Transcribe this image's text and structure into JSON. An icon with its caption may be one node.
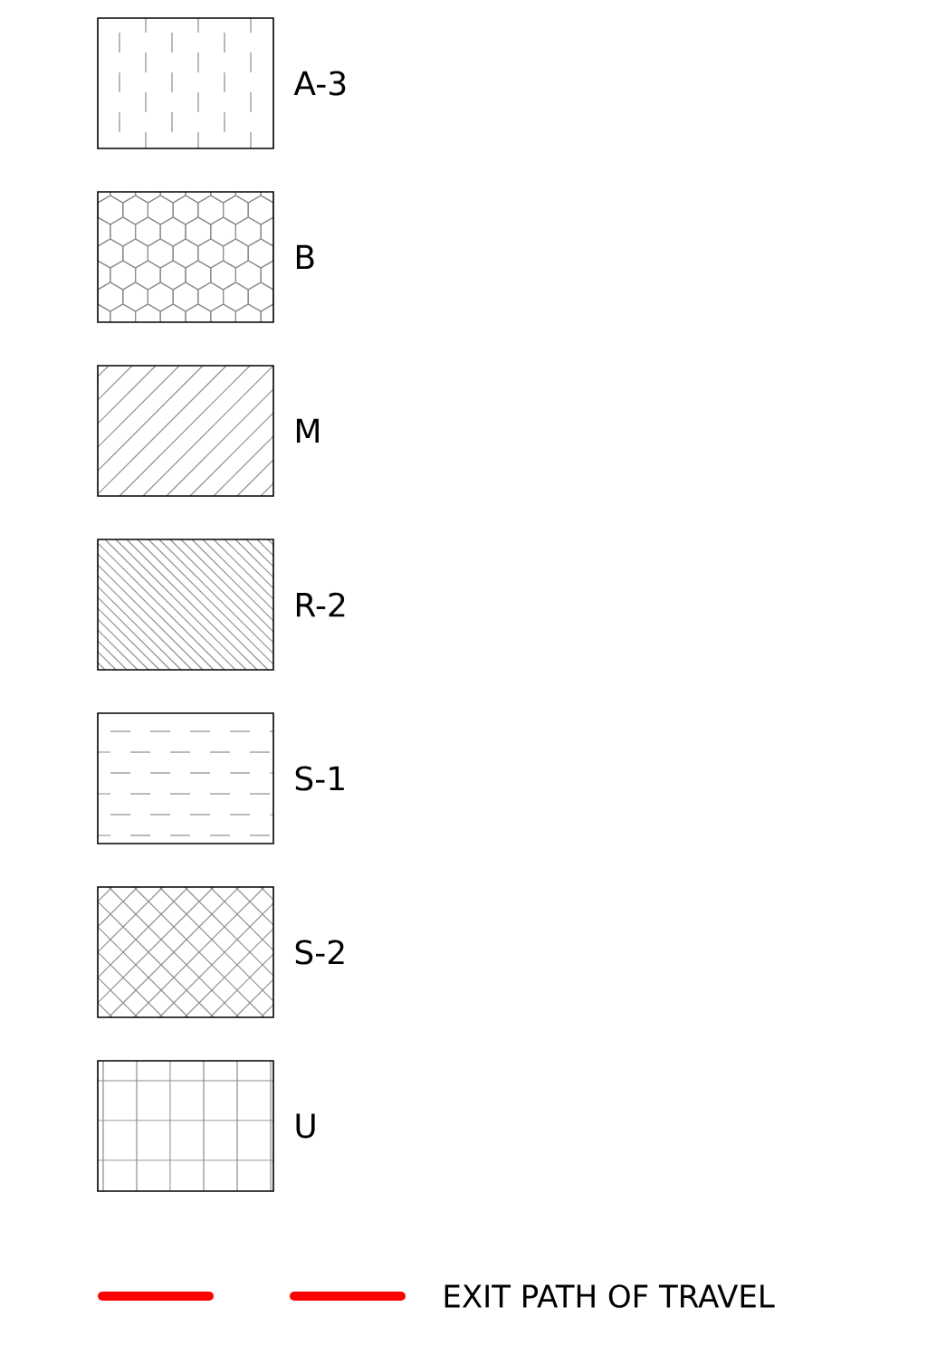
{
  "diagram": {
    "legend": [
      {
        "text": "A-3"
      },
      {
        "text": "B"
      },
      {
        "text": "M"
      },
      {
        "text": "R-2"
      },
      {
        "text": "S-1"
      },
      {
        "text": "S-2"
      },
      {
        "text": "U"
      },
      {
        "text": "EXIT PATH OF TRAVEL"
      }
    ]
  }
}
